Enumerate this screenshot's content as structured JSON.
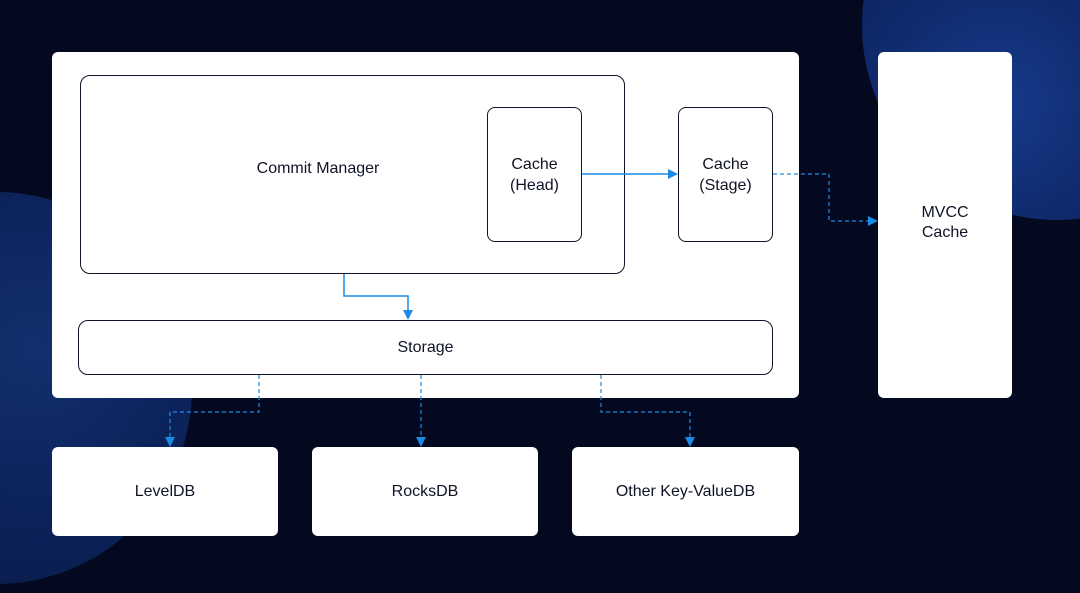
{
  "diagram": {
    "commit_manager": {
      "label": "Commit Manager"
    },
    "cache_head": {
      "label": "Cache\n(Head)"
    },
    "cache_stage": {
      "label": "Cache\n(Stage)"
    },
    "mvcc_cache": {
      "label": "MVCC\nCache"
    },
    "storage": {
      "label": "Storage"
    },
    "databases": [
      {
        "label": "LevelDB"
      },
      {
        "label": "RocksDB"
      },
      {
        "label": "Other Key-ValueDB"
      }
    ]
  },
  "colors": {
    "background": "#050920",
    "panel": "#ffffff",
    "box_border": "#101426",
    "arrow": "#1a8ae6"
  }
}
